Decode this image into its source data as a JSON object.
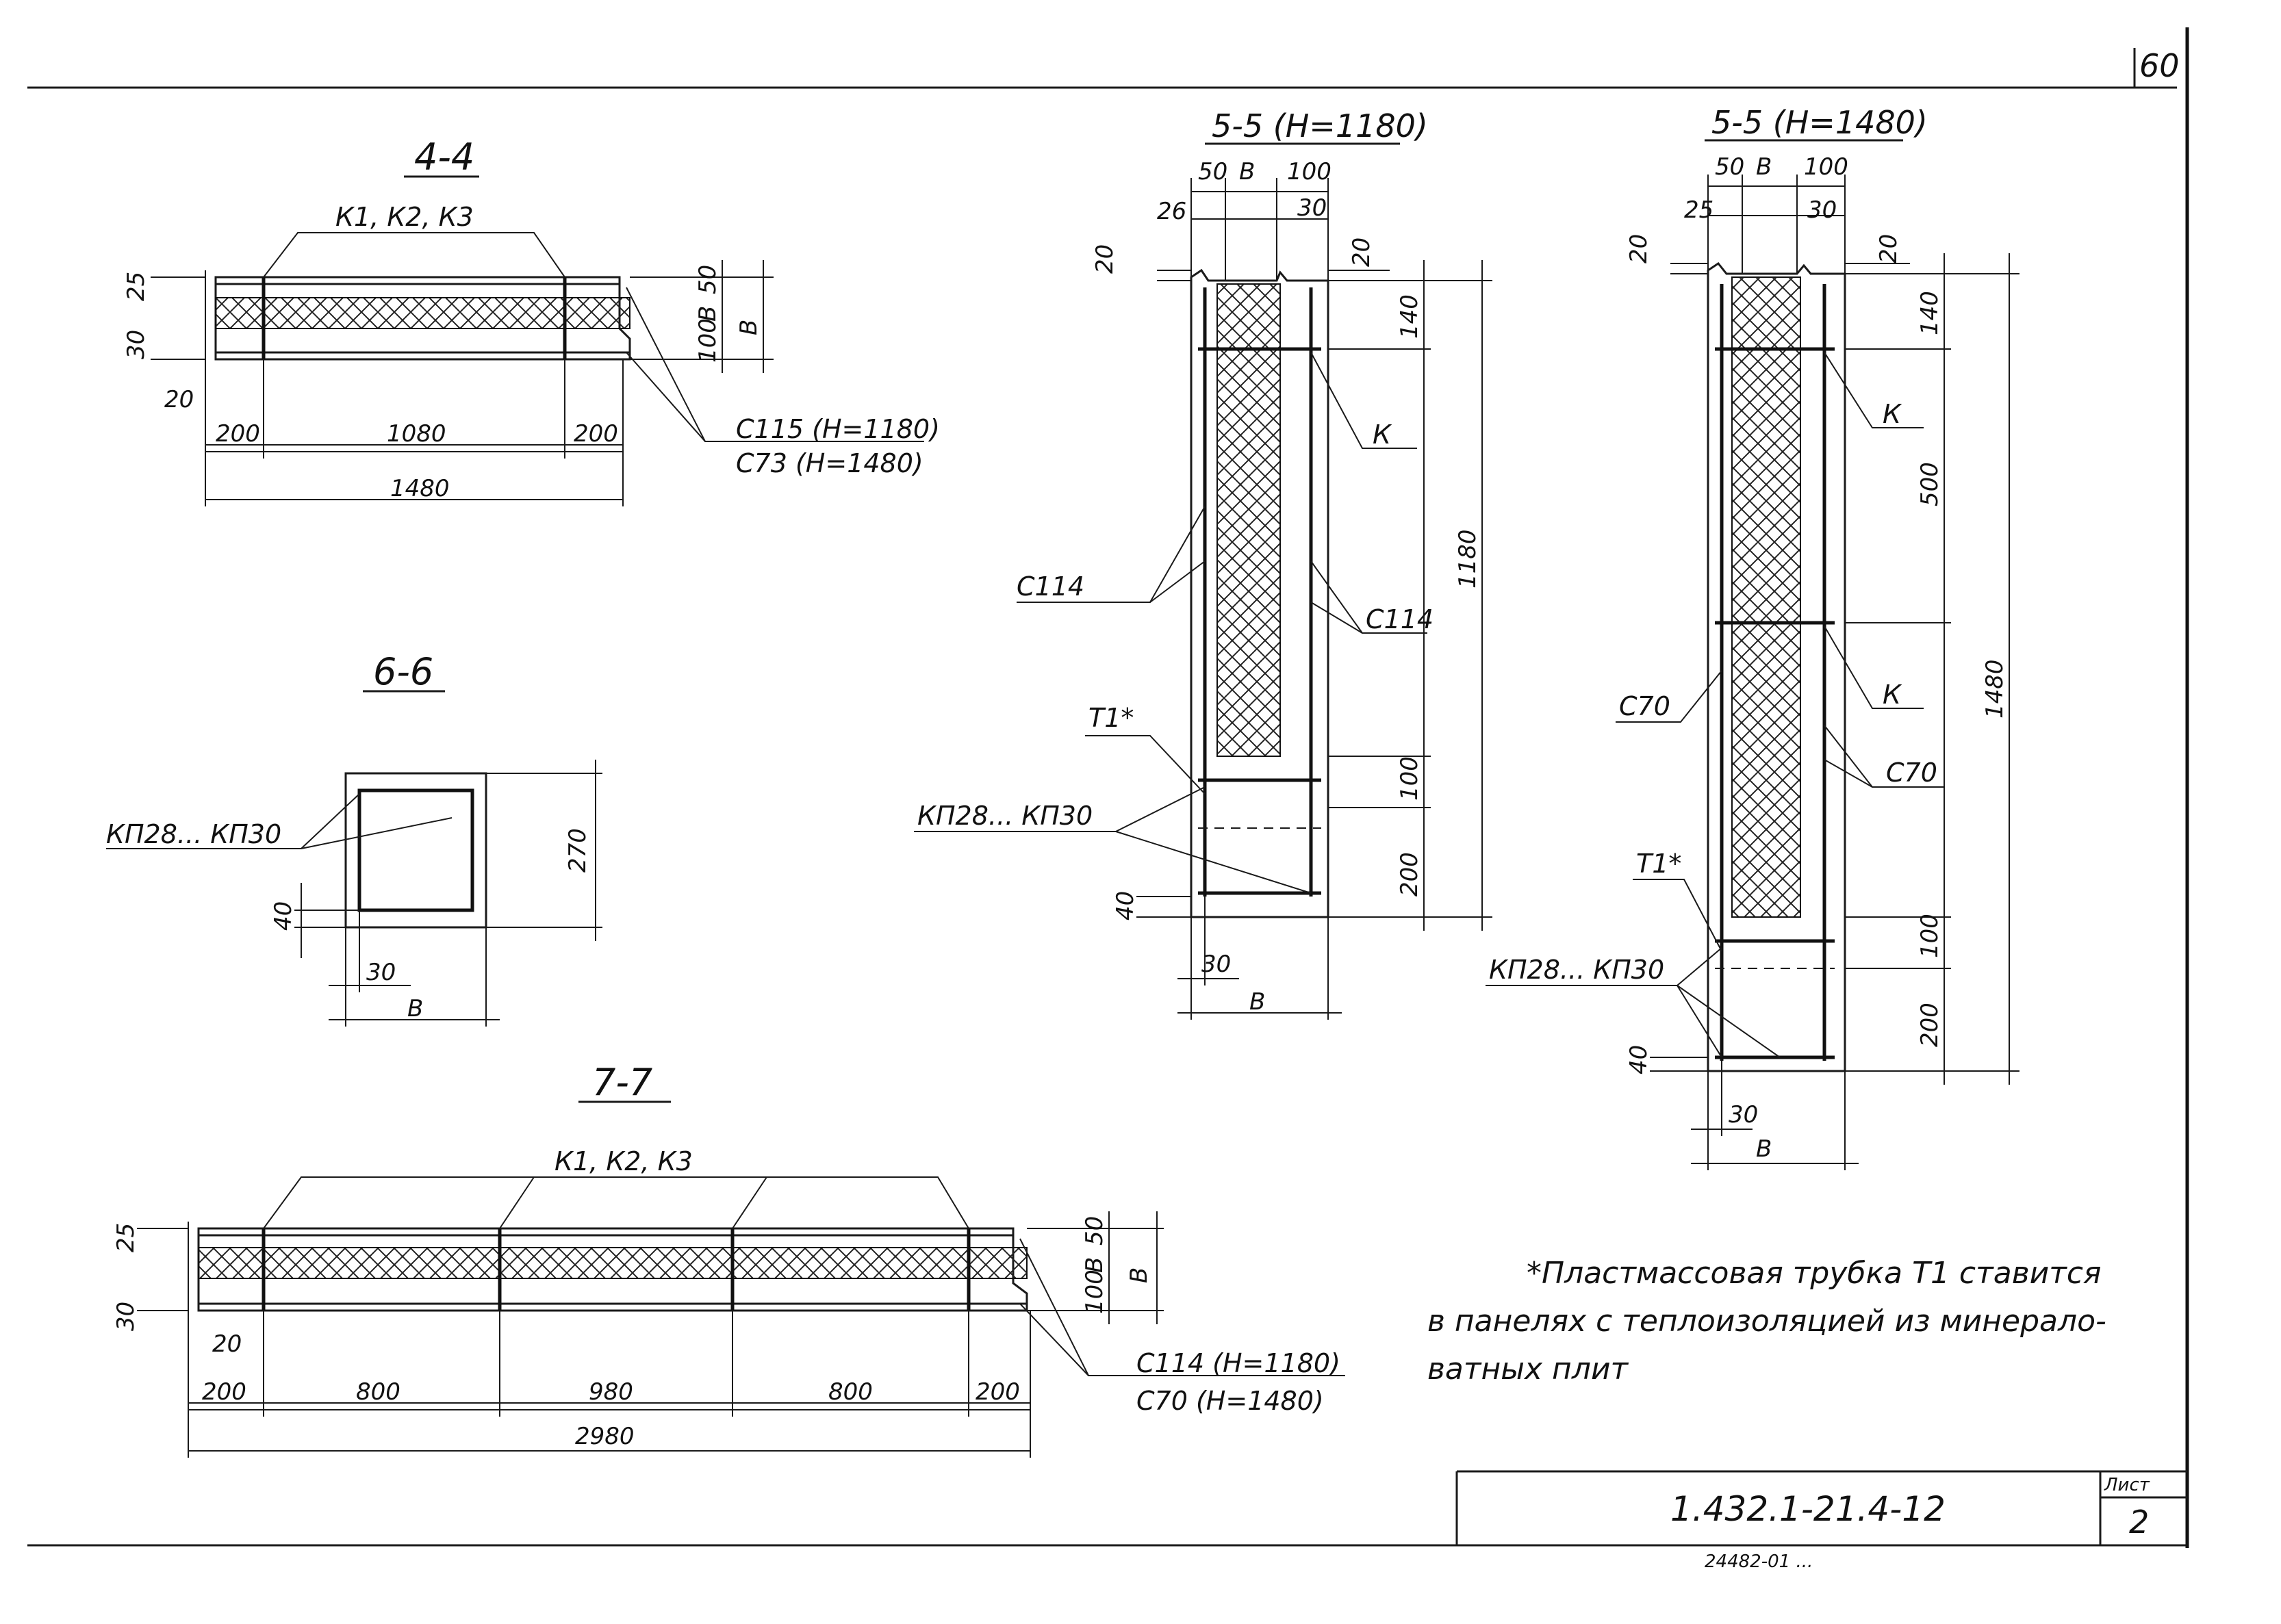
{
  "sheet": {
    "page_number": "60",
    "doc_code": "1.432.1-21.4-12",
    "sheet_label": "Лист",
    "sheet_number": "2",
    "bottom_stamp": "24482-01 ..."
  },
  "section_4_4": {
    "title": "4-4",
    "top_label": "К1, К2, К3",
    "dims_left": [
      "25",
      "30",
      "20"
    ],
    "dims_bottom": [
      "200",
      "1080",
      "200"
    ],
    "overall": "1480",
    "dims_right": [
      "50",
      "В",
      "100",
      "В"
    ],
    "rebar_labels": [
      "С115 (Н=1180)",
      "С73 (Н=1480)"
    ]
  },
  "section_6_6": {
    "title": "6-6",
    "label": "КП28... КП30",
    "dims": {
      "height": "270",
      "bottom_offset": "40",
      "side": "30",
      "width": "В"
    }
  },
  "section_7_7": {
    "title": "7-7",
    "top_label": "К1, К2, К3",
    "dims_left": [
      "25",
      "30",
      "20"
    ],
    "dims_bottom": [
      "200",
      "800",
      "980",
      "800",
      "200"
    ],
    "overall": "2980",
    "dims_right": [
      "50",
      "В",
      "100",
      "В"
    ],
    "rebar_labels": [
      "С114 (Н=1180)",
      "С70 (Н=1480)"
    ]
  },
  "section_5_5_a": {
    "title": "5-5 (Н=1180)",
    "dims_top": [
      "50",
      "В",
      "100",
      "26",
      "30",
      "20",
      "20"
    ],
    "dims_right": [
      "140",
      "100",
      "200"
    ],
    "overall": "1180",
    "labels": [
      "К",
      "С114",
      "С114",
      "Т1*",
      "КП28... КП30"
    ],
    "dims_bottom": [
      "40",
      "30",
      "В"
    ]
  },
  "section_5_5_b": {
    "title": "5-5 (Н=1480)",
    "dims_top": [
      "50",
      "В",
      "100",
      "25",
      "30",
      "20",
      "20"
    ],
    "dims_right": [
      "140",
      "500",
      "100",
      "200"
    ],
    "overall": "1480",
    "labels": [
      "К",
      "К",
      "С70",
      "С70",
      "Т1*",
      "КП28... КП30"
    ],
    "dims_bottom": [
      "40",
      "30",
      "В"
    ]
  },
  "footnote": {
    "line1": "*Пластмассовая трубка  Т1 ставится",
    "line2": "в панелях  с теплоизоляцией  из минерало-",
    "line3": "ватных плит"
  }
}
